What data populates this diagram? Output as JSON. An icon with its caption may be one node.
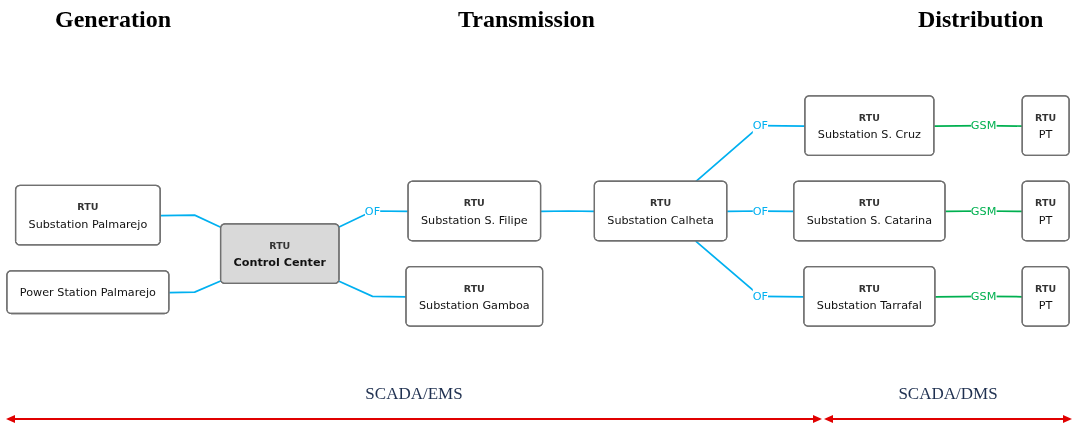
{
  "diagram": {
    "nodes": [
      {
        "text": [
          "RTU",
          "Substation Palmarejo"
        ]
      },
      {
        "text": [
          "Power Station Palmarejo"
        ]
      },
      {
        "text": [
          "RTU",
          "Control Center"
        ]
      },
      {
        "text": [
          "RTU",
          "Substation S. Filipe"
        ]
      },
      {
        "text": [
          "RTU",
          "Substation Calheta"
        ]
      },
      {
        "text": [
          "RTU",
          "Substation S. Cruz"
        ]
      },
      {
        "text": [
          "RTU",
          "PT"
        ]
      },
      {
        "text": [
          "RTU",
          "Substation Gamboa"
        ]
      },
      {
        "text": [
          "RTU",
          "Substation S. Catarina"
        ]
      },
      {
        "text": [
          "RTU",
          "PT"
        ]
      },
      {
        "text": [
          "RTU",
          "Substation Tarrafal"
        ]
      },
      {
        "text": [
          "RTU",
          "PT"
        ]
      }
    ],
    "edges": [
      {
        "from": 0,
        "to": 2,
        "arrow": "none",
        "color": "#00b0f0"
      },
      {
        "from": 1,
        "to": 2,
        "arrow": "none",
        "color": "#00b0f0"
      },
      {
        "from": 2,
        "to": 3,
        "label": "OF",
        "arrow": "none",
        "color": "#00b0f0"
      },
      {
        "from": 2,
        "to": 7,
        "arrow": "none",
        "color": "#00b0f0"
      },
      {
        "from": 3,
        "to": 4,
        "arrow": "none",
        "color": "#00b0f0"
      },
      {
        "from": 4,
        "to": 5,
        "label": "OF",
        "arrow": "none",
        "color": "#00b0f0"
      },
      {
        "from": 4,
        "to": 8,
        "label": "OF",
        "arrow": "none",
        "color": "#00b0f0"
      },
      {
        "from": 4,
        "to": 10,
        "label": "OF",
        "arrow": "none",
        "color": "#00b0f0"
      },
      {
        "from": 5,
        "to": 6,
        "label": "GSM",
        "arrow": "none",
        "color": "#00b050"
      },
      {
        "from": 8,
        "to": 9,
        "label": "GSM",
        "arrow": "none",
        "color": "#00b050"
      },
      {
        "from": 10,
        "to": 11,
        "label": "GSM",
        "arrow": "none",
        "color": "#00b050"
      }
    ],
    "labels": [
      "Generation",
      "Transmission",
      "Distribution",
      "SCADA/EMS",
      "SCADA/DMS"
    ]
  }
}
